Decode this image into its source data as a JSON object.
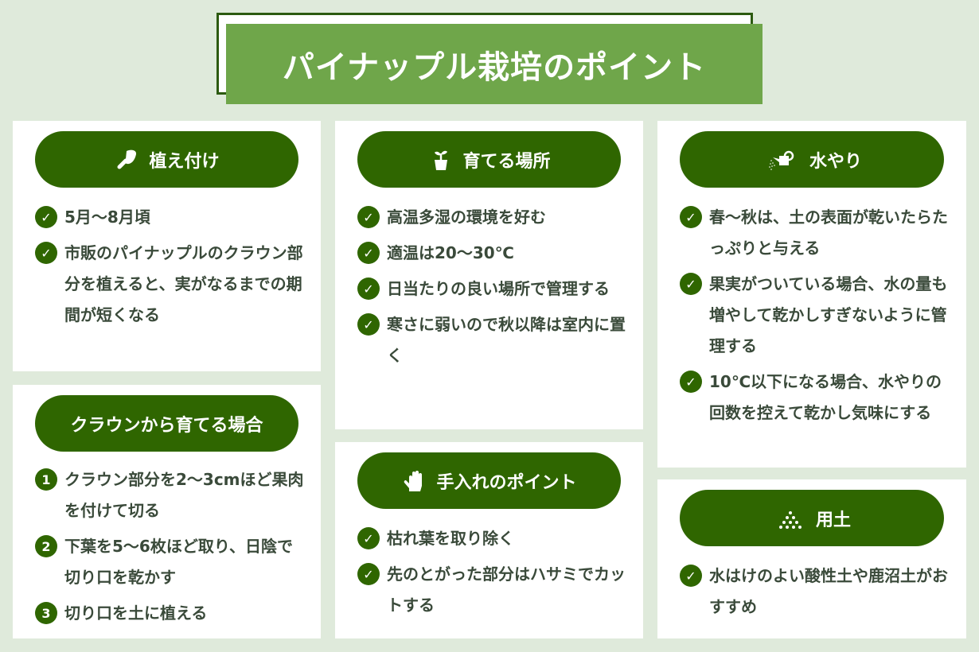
{
  "title": "パイナップル栽培のポイント",
  "colors": {
    "background": "#dfeadb",
    "accent": "#2f6600",
    "title_green": "#6fa64a",
    "text": "#3a4a3a"
  },
  "cards": [
    {
      "heading": "植え付け",
      "icon": "trowel-icon",
      "items": [
        "5月〜8月頃",
        "市販のパイナップルのクラウン部分を植えると、実がなるまでの期間が短くなる"
      ]
    },
    {
      "heading": "クラウンから育てる場合",
      "icon": "",
      "numbered": true,
      "items": [
        "クラウン部分を2〜3cmほど果肉を付けて切る",
        "下葉を5〜6枚ほど取り、日陰で切り口を乾かす",
        "切り口を土に植える"
      ],
      "numbers": [
        "1",
        "2",
        "3"
      ]
    },
    {
      "heading": "育てる場所",
      "icon": "sprout-pot-icon",
      "items": [
        "高温多湿の環境を好む",
        "適温は20〜30℃",
        "日当たりの良い場所で管理する",
        "寒さに弱いので秋以降は室内に置く"
      ]
    },
    {
      "heading": "手入れのポイント",
      "icon": "glove-icon",
      "items": [
        "枯れ葉を取り除く",
        "先のとがった部分はハサミでカットする"
      ]
    },
    {
      "heading": "水やり",
      "icon": "watering-can-icon",
      "items": [
        "春〜秋は、土の表面が乾いたらたっぷりと与える",
        "果実がついている場合、水の量も増やして乾かしすぎないように管理する",
        "10℃以下になる場合、水やりの回数を控えて乾かし気味にする"
      ]
    },
    {
      "heading": "用土",
      "icon": "soil-icon",
      "items": [
        "水はけのよい酸性土や鹿沼土がおすすめ"
      ]
    }
  ]
}
